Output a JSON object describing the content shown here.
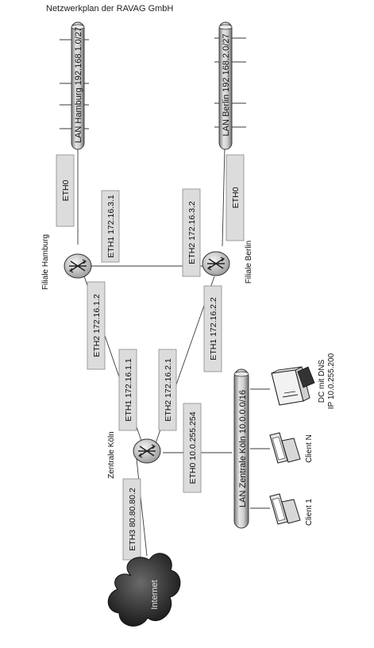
{
  "title": "Netzwerkplan der RAVAG GmbH",
  "lans": {
    "hamburg": "LAN Hamburg 192.168.1.0/27",
    "berlin": "LAN Berlin 192.168.2.0/27",
    "koeln": "LAN Zentrale Köln 10.0.0.0/16"
  },
  "routers": {
    "hamburg": "Filiale Hamburg",
    "berlin": "Filiale Berlin",
    "koeln": "Zentrale Köln"
  },
  "interfaces": {
    "hh_eth0": "ETH0",
    "hh_eth1": "ETH1 172.16.3.1",
    "hh_eth2": "ETH2 172.16.1.2",
    "be_eth0": "ETH0",
    "be_eth2": "ETH2 172.16.3.2",
    "be_eth1": "ETH1 172.16.2.2",
    "k_eth1": "ETH1 172.16.1.1",
    "k_eth2": "ETH2 172.16.2.1",
    "k_eth0": "ETH0 10.0.255.254",
    "k_eth3": "ETH3 80.80.80.2"
  },
  "internet": "Internet",
  "devices": {
    "client1": "Client 1",
    "clientn": "Client N",
    "dc_line1": "DC mit DNS",
    "dc_line2": "IP 10.0.255.200"
  }
}
